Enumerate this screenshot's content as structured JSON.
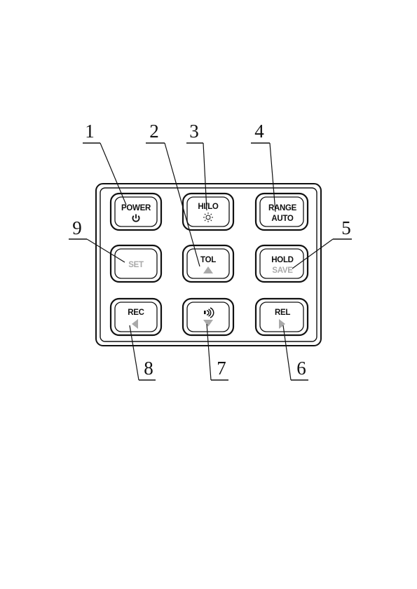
{
  "callouts": [
    "1",
    "2",
    "3",
    "4",
    "5",
    "6",
    "7",
    "8",
    "9"
  ],
  "keys": {
    "power": {
      "top": "POWER",
      "bottom_icon": "power-icon"
    },
    "hilo": {
      "top": "HI/LO",
      "bottom_icon": "backlight-sun-icon"
    },
    "range": {
      "top": "RANGE",
      "bottom": "AUTO"
    },
    "set": {
      "top": "SET"
    },
    "tol": {
      "top": "TOL",
      "bottom_icon": "up-triangle-icon"
    },
    "hold": {
      "top": "HOLD",
      "bottom": "SAVE"
    },
    "rec": {
      "top": "REC",
      "bottom_icon": "left-triangle-icon"
    },
    "beep": {
      "top_icon": "continuity-buzzer-icon",
      "bottom_icon": "down-triangle-icon"
    },
    "rel": {
      "top": "REL",
      "bottom_icon": "right-triangle-icon"
    }
  },
  "colors": {
    "line": "#111111",
    "secondary": "#a9a9a9",
    "background": "#ffffff"
  }
}
